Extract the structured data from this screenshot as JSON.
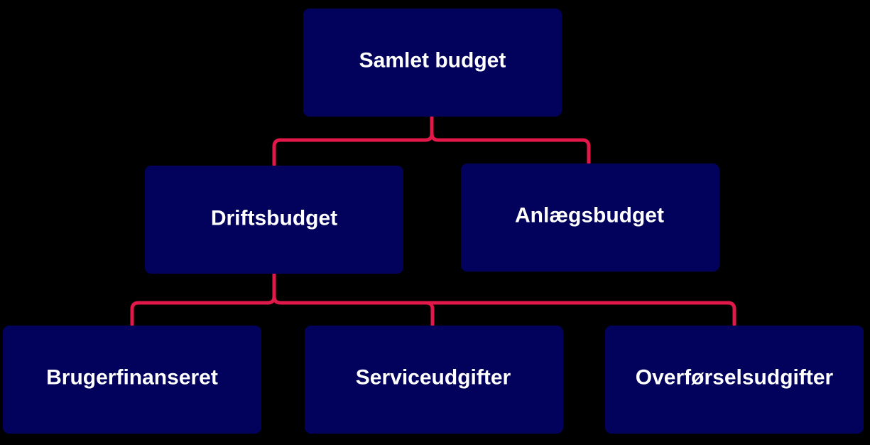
{
  "colors": {
    "background": "#000000",
    "node_fill": "#02025c",
    "node_text": "#ffffff",
    "connector": "#e2184a"
  },
  "nodes": {
    "root": {
      "label": "Samlet budget"
    },
    "drift": {
      "label": "Driftsbudget"
    },
    "anlaeg": {
      "label": "Anlægsbudget"
    },
    "bruger": {
      "label": "Brugerfinanseret"
    },
    "service": {
      "label": "Serviceudgifter"
    },
    "overfoersel": {
      "label": "Overførselsudgifter"
    }
  },
  "edges": [
    {
      "from": "root",
      "to": "drift"
    },
    {
      "from": "root",
      "to": "anlaeg"
    },
    {
      "from": "drift",
      "to": "bruger"
    },
    {
      "from": "drift",
      "to": "service"
    },
    {
      "from": "drift",
      "to": "overfoersel"
    }
  ]
}
